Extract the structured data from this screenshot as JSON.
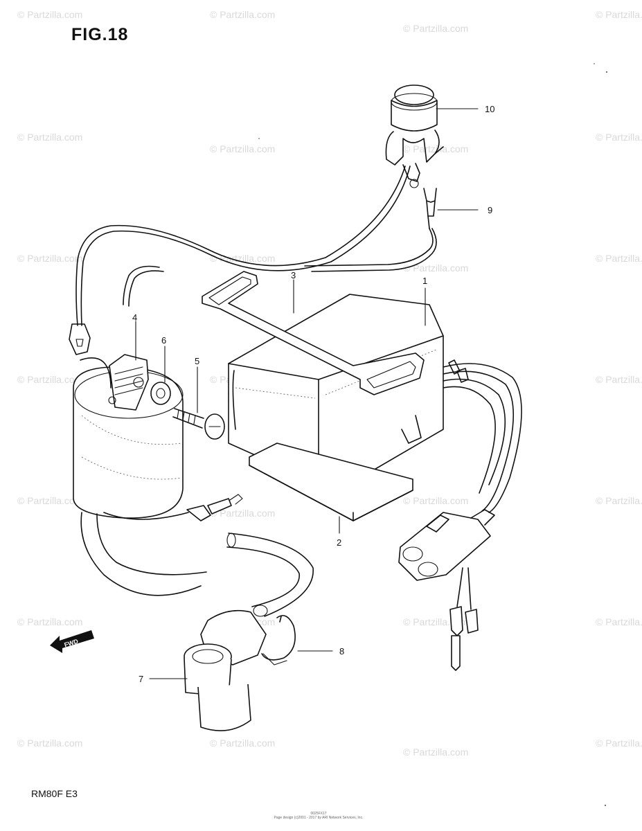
{
  "figure": {
    "title": "FIG.18"
  },
  "model": {
    "code": "RM80F  E3"
  },
  "footer": {
    "code": "0025FX17",
    "line": "Page design (c)2001 - 2017 by ARI Network Services, Inc."
  },
  "watermark": {
    "text": "© Partzilla.com"
  },
  "forward_badge": {
    "text": "FWD"
  },
  "callouts": [
    {
      "number": "1"
    },
    {
      "number": "2"
    },
    {
      "number": "3"
    },
    {
      "number": "4"
    },
    {
      "number": "5"
    },
    {
      "number": "6"
    },
    {
      "number": "7"
    },
    {
      "number": "8"
    },
    {
      "number": "9"
    },
    {
      "number": "10"
    }
  ]
}
